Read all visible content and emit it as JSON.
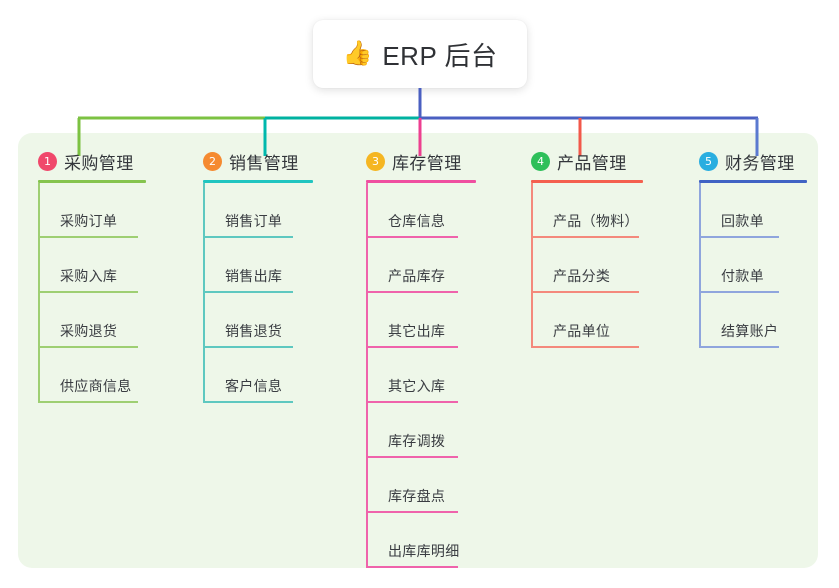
{
  "root": {
    "icon": "thumbs-up-icon",
    "emoji": "👍",
    "label": "ERP 后台"
  },
  "panel": {
    "background": "#eef7e9"
  },
  "bus": {
    "segments": [
      {
        "name": "bus-segment-green",
        "color": "#7cc242"
      },
      {
        "name": "bus-segment-teal",
        "color": "#00b2a0"
      },
      {
        "name": "bus-segment-blue",
        "color": "#4a5fc1"
      }
    ]
  },
  "columns": [
    {
      "index": "1",
      "title": "采购管理",
      "badge_color": "#f0486b",
      "rule_color": "#85c44e",
      "drop_color": "#7cc242",
      "leaf_color": "#9ecf72",
      "leaf_width": 100,
      "items": [
        "采购订单",
        "采购入库",
        "采购退货",
        "供应商信息"
      ]
    },
    {
      "index": "2",
      "title": "销售管理",
      "badge_color": "#f58a30",
      "rule_color": "#21c5c0",
      "drop_color": "#00b8ad",
      "leaf_color": "#5ec8c0",
      "leaf_width": 90,
      "items": [
        "销售订单",
        "销售出库",
        "销售退货",
        "客户信息"
      ]
    },
    {
      "index": "3",
      "title": "库存管理",
      "badge_color": "#f5b622",
      "rule_color": "#ef4fa0",
      "drop_color": "#ed3f90",
      "leaf_color": "#ef63ab",
      "leaf_width": 92,
      "items": [
        "仓库信息",
        "产品库存",
        "其它出库",
        "其它入库",
        "库存调拨",
        "库存盘点",
        "出库库明细"
      ]
    },
    {
      "index": "4",
      "title": "产品管理",
      "badge_color": "#2ebf5a",
      "rule_color": "#f4604f",
      "drop_color": "#f2584a",
      "leaf_color": "#f4897c",
      "leaf_width": 108,
      "items": [
        "产品（物料）",
        "产品分类",
        "产品单位"
      ]
    },
    {
      "index": "5",
      "title": "财务管理",
      "badge_color": "#29aee0",
      "rule_color": "#4063c4",
      "drop_color": "#5b7ad0",
      "leaf_color": "#8fa5dd",
      "leaf_width": 80,
      "items": [
        "回款单",
        "付款单",
        "结算账户"
      ]
    }
  ]
}
